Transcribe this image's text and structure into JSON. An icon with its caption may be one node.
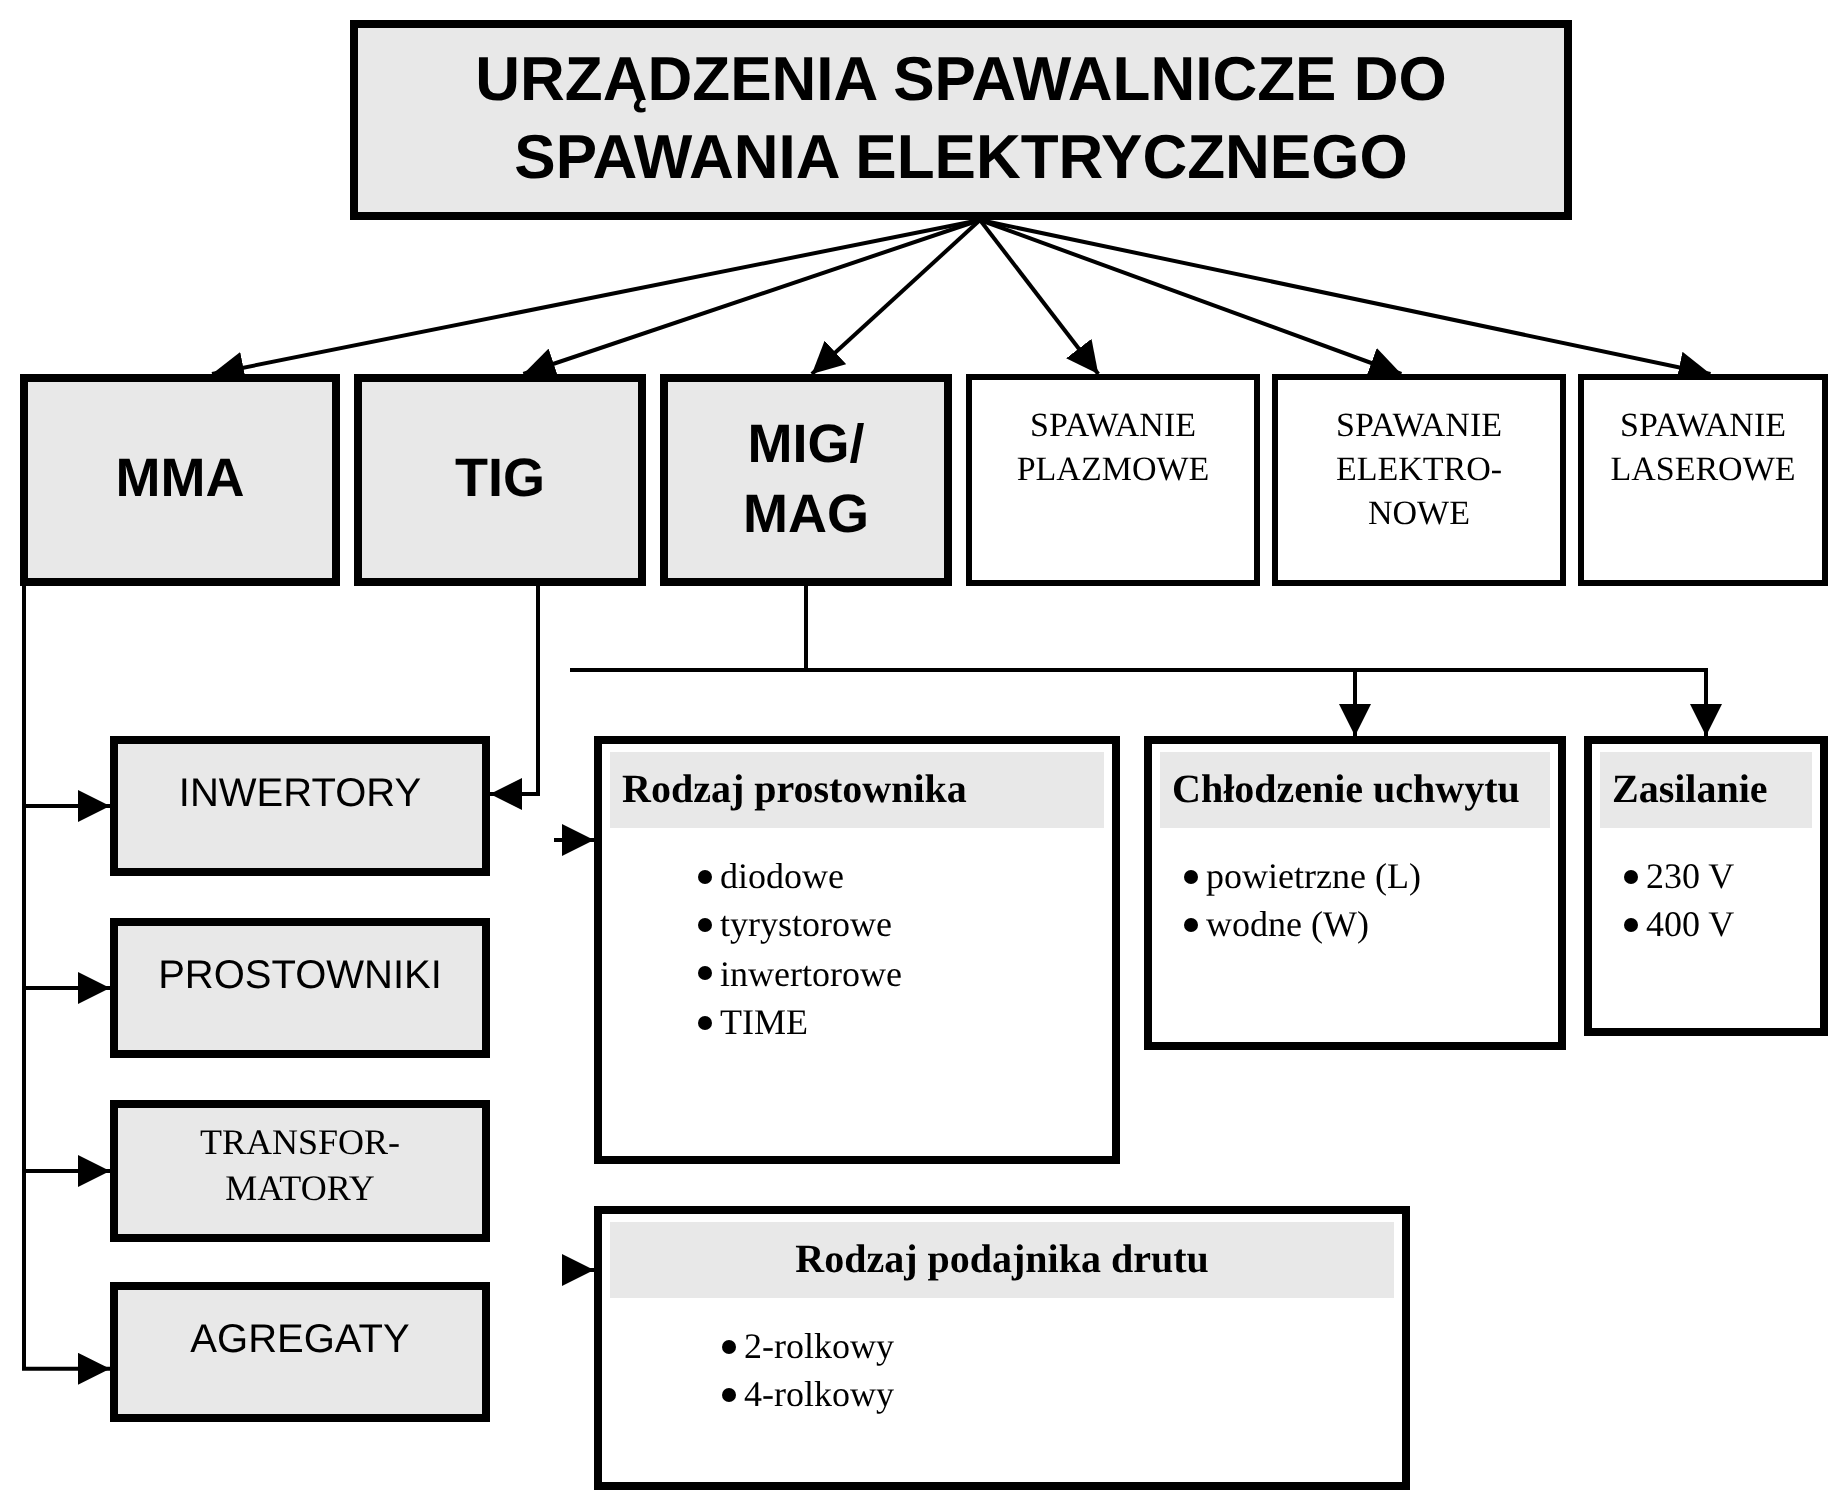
{
  "diagram": {
    "nodes": [
      {
        "text": [
          "URZĄDZENIA SPAWALNICZE DO SPAWANIA ELEKTRYCZNEGO"
        ]
      },
      {
        "text": [
          "MMA"
        ]
      },
      {
        "text": [
          "TIG"
        ]
      },
      {
        "text": [
          "MIG/ MAG"
        ]
      },
      {
        "text": [
          "SPAWANIE PLAZMOWE"
        ]
      },
      {
        "text": [
          "SPAWANIE ELEKTRO- NOWE"
        ]
      },
      {
        "text": [
          "SPAWANIE LASEROWE"
        ]
      },
      {
        "text": [
          "INWERTORY"
        ]
      },
      {
        "text": [
          "PROSTOWNIKI"
        ]
      },
      {
        "text": [
          "TRANSFOR- MATORY"
        ]
      },
      {
        "text": [
          "AGREGATY"
        ]
      },
      {
        "text": [
          "Rodzaj prostownika",
          "diodowe",
          "tyrystorowe",
          "inwertorowe",
          "TIME"
        ]
      },
      {
        "text": [
          "Chłodzenie uchwytu",
          "powietrzne (L)",
          "wodne (W)"
        ]
      },
      {
        "text": [
          "Zasilanie",
          "230 V",
          "400 V"
        ]
      },
      {
        "text": [
          "Rodzaj podajnika drutu",
          "2-rolkowy",
          "4-rolkowy"
        ]
      }
    ],
    "edges": [
      {
        "from": 0,
        "to": 1,
        "arrow": "to"
      },
      {
        "from": 0,
        "to": 2,
        "arrow": "to"
      },
      {
        "from": 0,
        "to": 3,
        "arrow": "to"
      },
      {
        "from": 0,
        "to": 4,
        "arrow": "to"
      },
      {
        "from": 0,
        "to": 5,
        "arrow": "to"
      },
      {
        "from": 0,
        "to": 6,
        "arrow": "to"
      },
      {
        "from": 1,
        "to": 7,
        "arrow": "to"
      },
      {
        "from": 1,
        "to": 8,
        "arrow": "to"
      },
      {
        "from": 1,
        "to": 9,
        "arrow": "to"
      },
      {
        "from": 1,
        "to": 10,
        "arrow": "to"
      },
      {
        "from": 2,
        "to": 7,
        "arrow": "to"
      },
      {
        "from": 3,
        "to": 12,
        "arrow": "to"
      },
      {
        "from": 3,
        "to": 13,
        "arrow": "to"
      },
      {
        "from": null,
        "to": 11,
        "arrow": "to"
      },
      {
        "from": null,
        "to": 14,
        "arrow": "to"
      }
    ]
  }
}
